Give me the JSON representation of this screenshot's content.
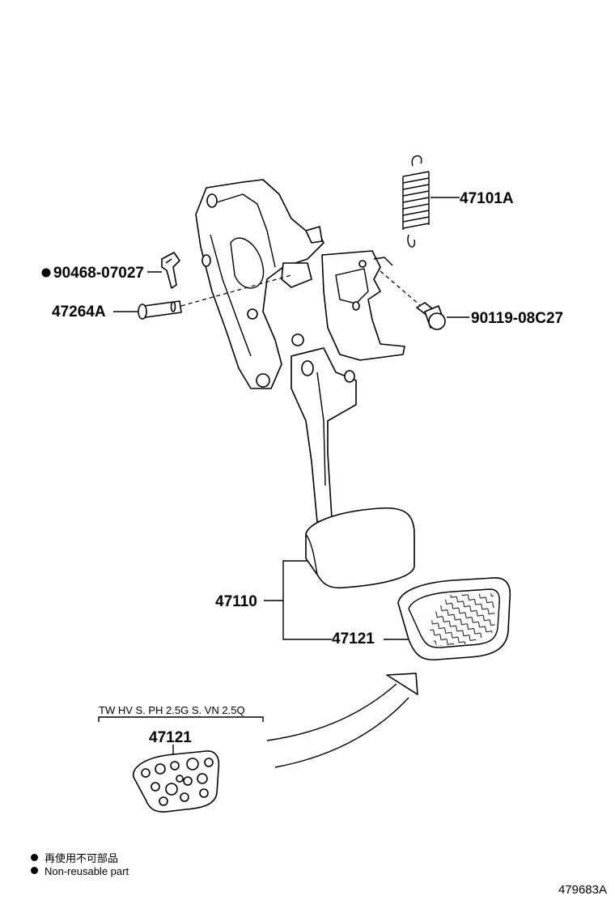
{
  "parts": {
    "spring": "47101A",
    "clip": "90468-07027",
    "pin": "47264A",
    "bolt": "90119-08C27",
    "pedal_assembly": "47110",
    "pad": "47121",
    "sport_pad": "47121"
  },
  "variant_note": "TW HV S. PH 2.5G S. VN 2.5Q",
  "legend": {
    "jp": "再使用不可部品",
    "en": "Non-reusable part"
  },
  "figure_number": "479683A"
}
